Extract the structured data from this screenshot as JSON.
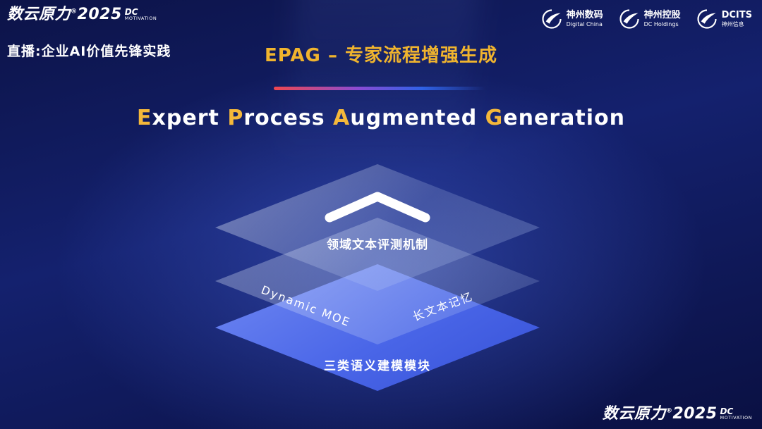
{
  "brand": {
    "name": "数云原力",
    "reg": "®",
    "year": "2025",
    "dc": "DC",
    "motivation": "MOTIVATION"
  },
  "header": {
    "live_label": "直播:企业AI价值先锋实践",
    "title": "EPAG – 专家流程增强生成"
  },
  "subtitle": {
    "cap1": "E",
    "rest1": "xpert ",
    "cap2": "P",
    "rest2": "rocess ",
    "cap3": "A",
    "rest3": "ugmented ",
    "cap4": "G",
    "rest4": "eneration"
  },
  "logos": [
    {
      "icon": "swoosh-logo-icon",
      "line1": "神州数码",
      "line2": "Digital China"
    },
    {
      "icon": "swoosh-logo-icon",
      "line1": "神州控股",
      "line2": "DC Holdings"
    },
    {
      "icon": "swoosh-logo-icon",
      "line1": "DCITS",
      "line2": "神州信息"
    }
  ],
  "diagram": {
    "top_layer_label": "领域文本评测机制",
    "mid_layer_left_label": "Dynamic MOE",
    "mid_layer_right_label": "长文本记忆",
    "bottom_layer_label": "三类语义建模模块",
    "chevron_icon": "chevron-up-icon"
  },
  "colors": {
    "accent_gold": "#f0b42e",
    "divider_red": "#f0474f",
    "divider_blue": "#2f62e6",
    "bottom_layer_blue": "#4a66e8"
  }
}
